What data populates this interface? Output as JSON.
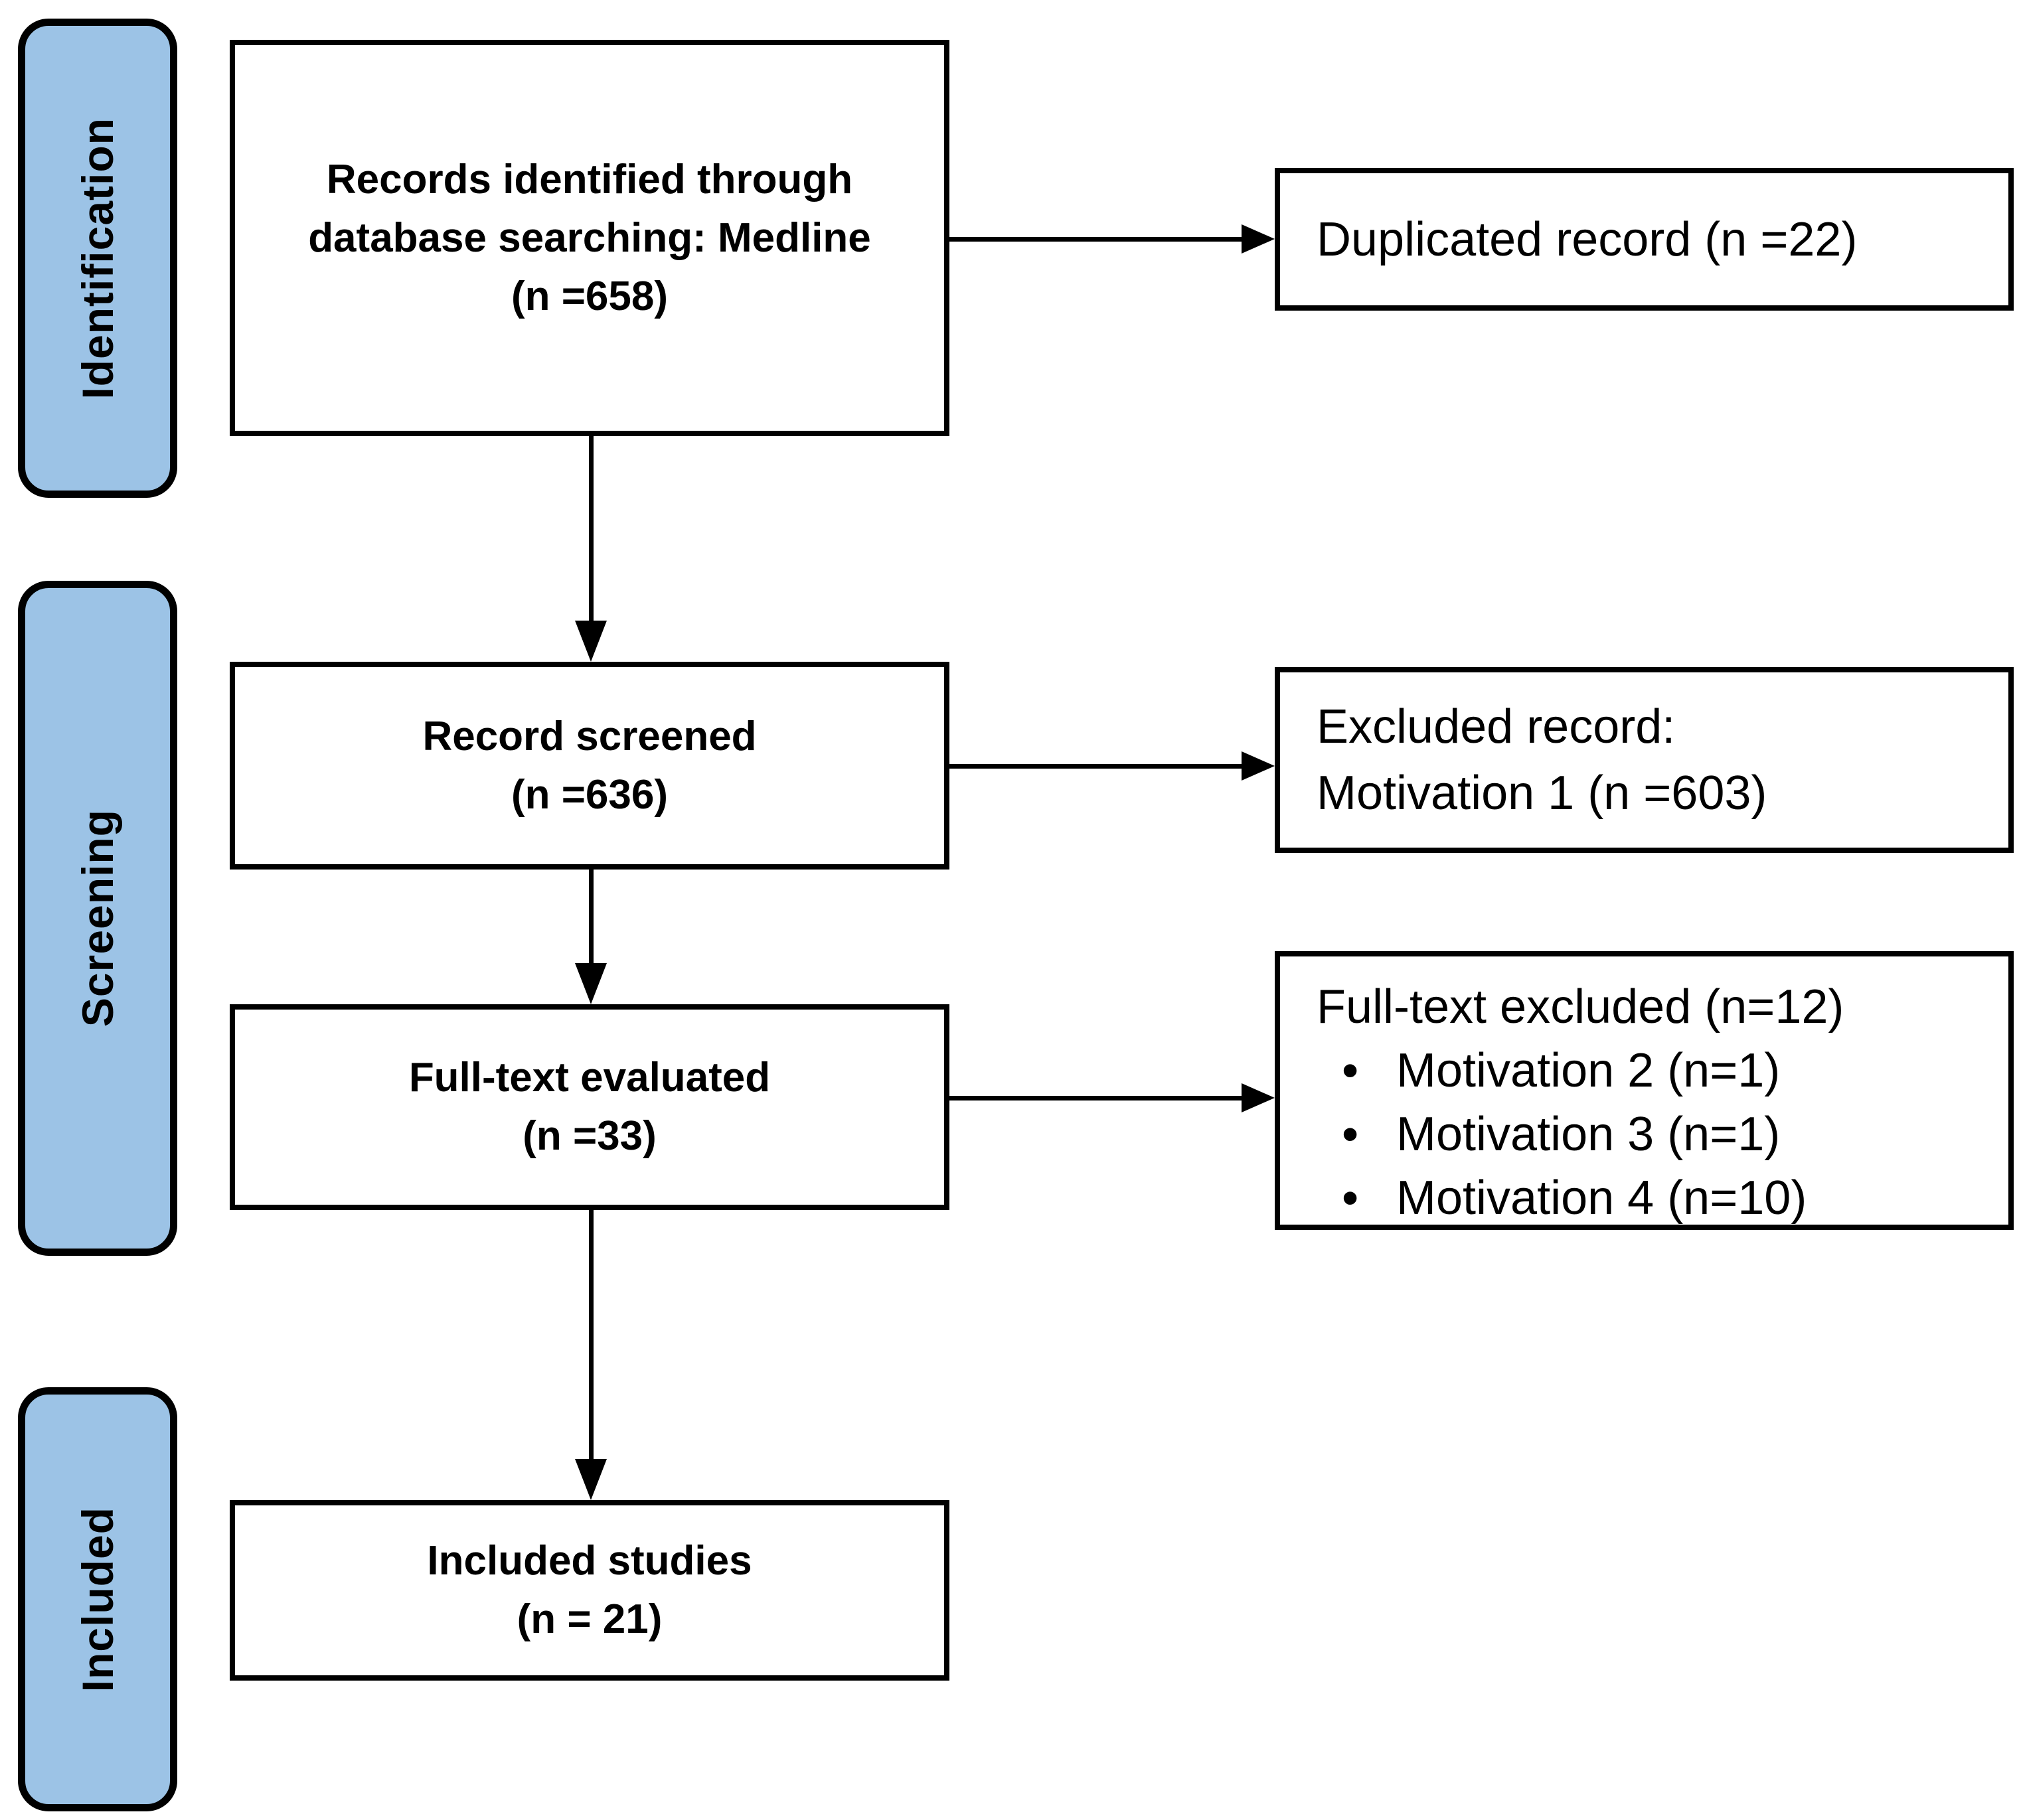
{
  "palette": {
    "label_fill": "#9CC3E6",
    "line_color": "#000000",
    "background": "#FFFFFF"
  },
  "stages": [
    {
      "label": "Identification"
    },
    {
      "label": "Screening"
    },
    {
      "label": "Included"
    }
  ],
  "flow": [
    {
      "lines": [
        "Records identified through",
        "database searching: Medline",
        "(n =658)"
      ]
    },
    {
      "lines": [
        "Record screened",
        "(n =636)"
      ]
    },
    {
      "lines": [
        "Full-text evaluated",
        "(n =33)"
      ]
    },
    {
      "lines": [
        "Included studies",
        "(n = 21)"
      ]
    }
  ],
  "side": [
    {
      "lines": [
        "Duplicated record (n =22)"
      ]
    },
    {
      "lines": [
        "Excluded record:",
        "Motivation 1 (n =603)"
      ]
    },
    {
      "title": "Full-text excluded (n=12)",
      "bullet_glyph": "•",
      "bullets": [
        "Motivation 2 (n=1)",
        "Motivation 3 (n=1)",
        "Motivation 4 (n=10)"
      ]
    }
  ]
}
